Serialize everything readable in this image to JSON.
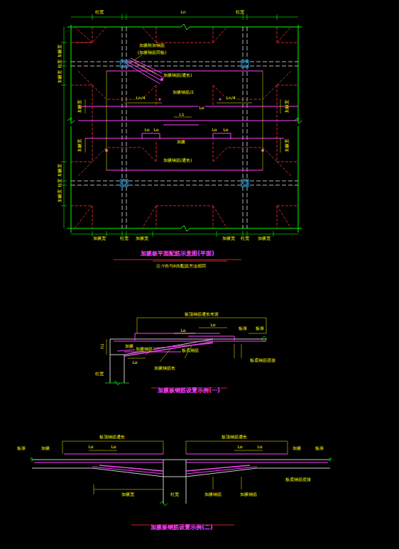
{
  "diagram": {
    "title": "加腋板平面配筋示意图(平面)",
    "caption": "注:Y向与X向配筋方法相同",
    "labels": [
      "柱宽",
      "Ln",
      "柱宽",
      "加腋宽",
      "柱宽",
      "加腋宽",
      "加腋宽",
      "柱宽",
      "加腋宽",
      "加腋附加钢筋",
      "(加腋钢筋同板)",
      "加腋钢筋(通长)",
      "Ln/4",
      "Ln/4",
      "加腋钢筋/2",
      "L1",
      "Lo",
      "加腋宽",
      "Lo",
      "Lo",
      "Lo",
      "Lo",
      "加腋",
      "加腋宽",
      "加腋宽",
      "加腋钢筋(通长)",
      "加腋宽",
      "加腋宽",
      "柱宽",
      "加腋宽",
      "加腋宽",
      "柱宽",
      "加腋宽",
      "板顶钢筋通长布置",
      "Lo",
      "Lo",
      "板厚",
      "板厚",
      "h1",
      "加腋",
      "Lo",
      "加腋钢筋",
      "加腋钢筋长",
      "板底钢筋",
      "柱宽",
      "板底钢筋搭接",
      "加腋板钢筋设置示例(一)",
      "板顶钢筋通长",
      "板顶钢筋通长",
      "板厚",
      "加腋",
      "Lo",
      "Lo",
      "Lo",
      "Lo",
      "加腋",
      "板厚",
      "加腋宽",
      "柱宽",
      "加腋钢筋",
      "加腋钢筋",
      "板底钢筋搭接",
      "加腋板钢筋设置示例(二)"
    ]
  }
}
